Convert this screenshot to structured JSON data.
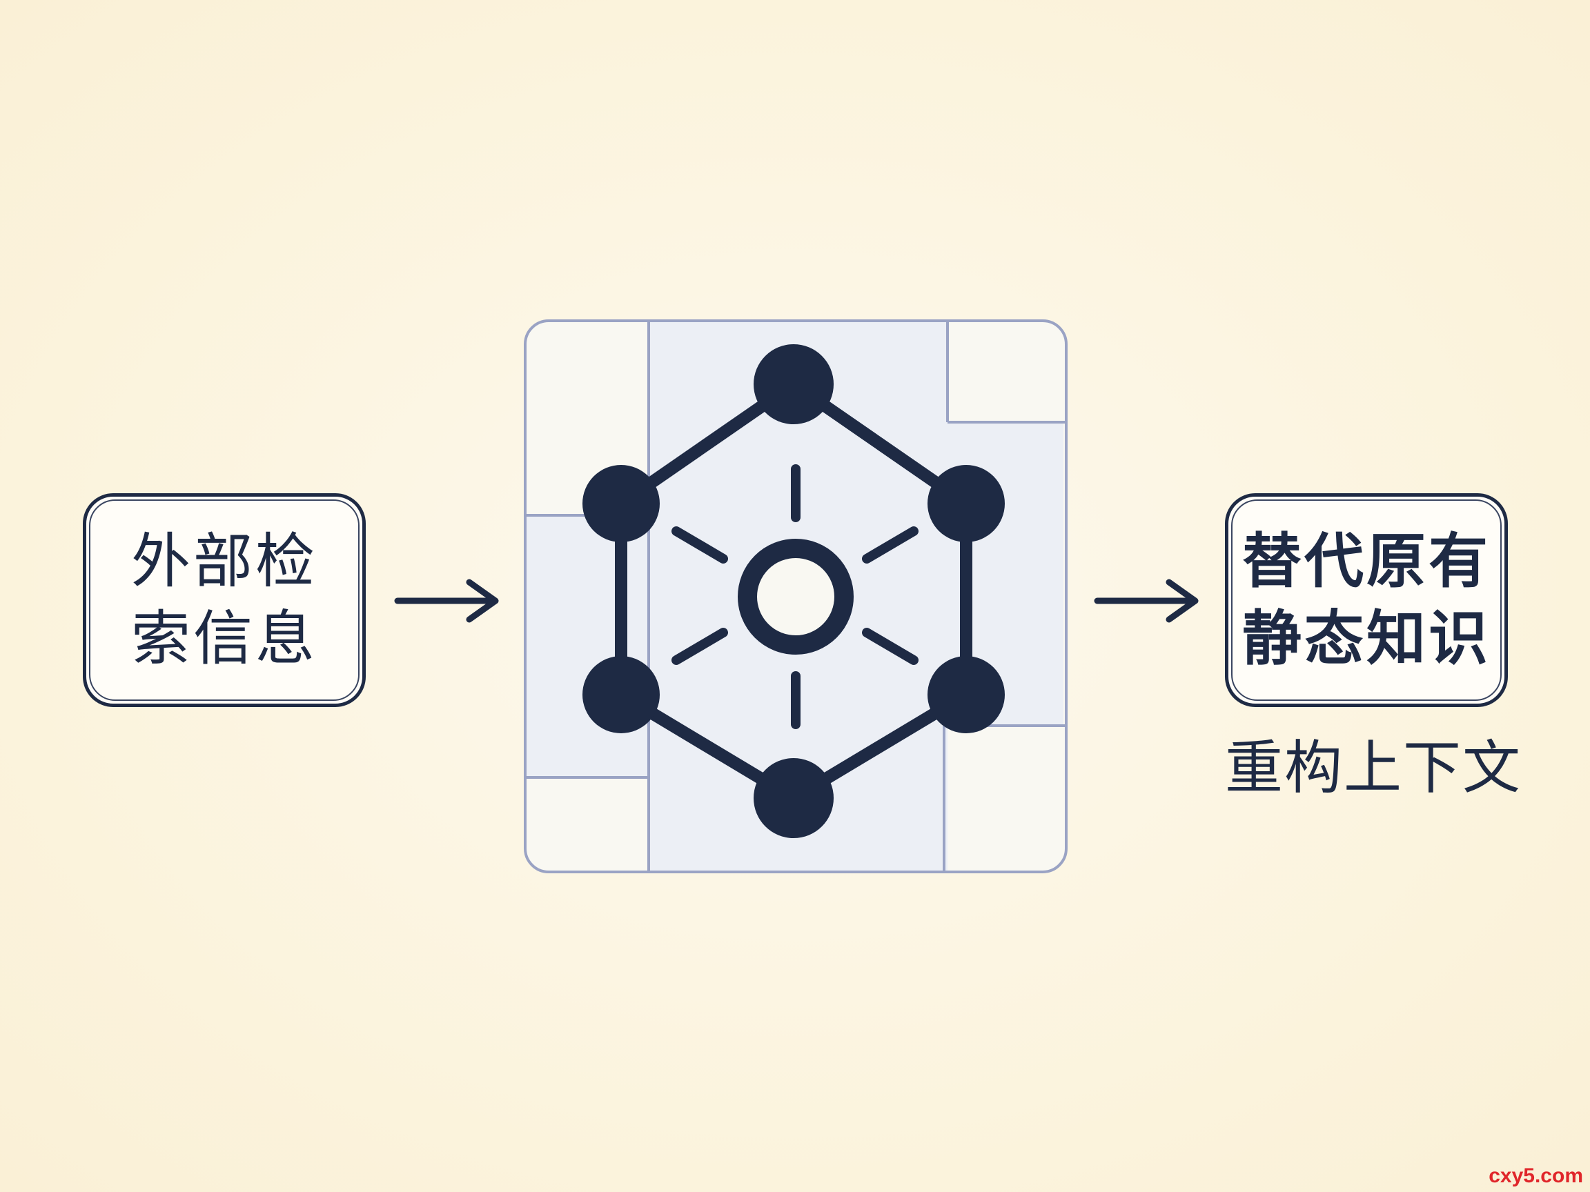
{
  "left_box": {
    "lines": [
      "外部检",
      "索信息"
    ]
  },
  "right_box": {
    "lines": [
      "替代原有",
      "静态知识"
    ]
  },
  "caption": "重构上下文",
  "watermark": "cxy5.com",
  "icons": {
    "left_arrow": "arrow-right-icon",
    "right_arrow": "arrow-right-icon",
    "center": "knowledge-graph-network-icon"
  },
  "colors": {
    "ink": "#1e2a44",
    "panel_border": "#9aa3c4",
    "panel_fill": "#eceff5",
    "background": "#fbf3dc",
    "watermark": "#e0262a"
  }
}
